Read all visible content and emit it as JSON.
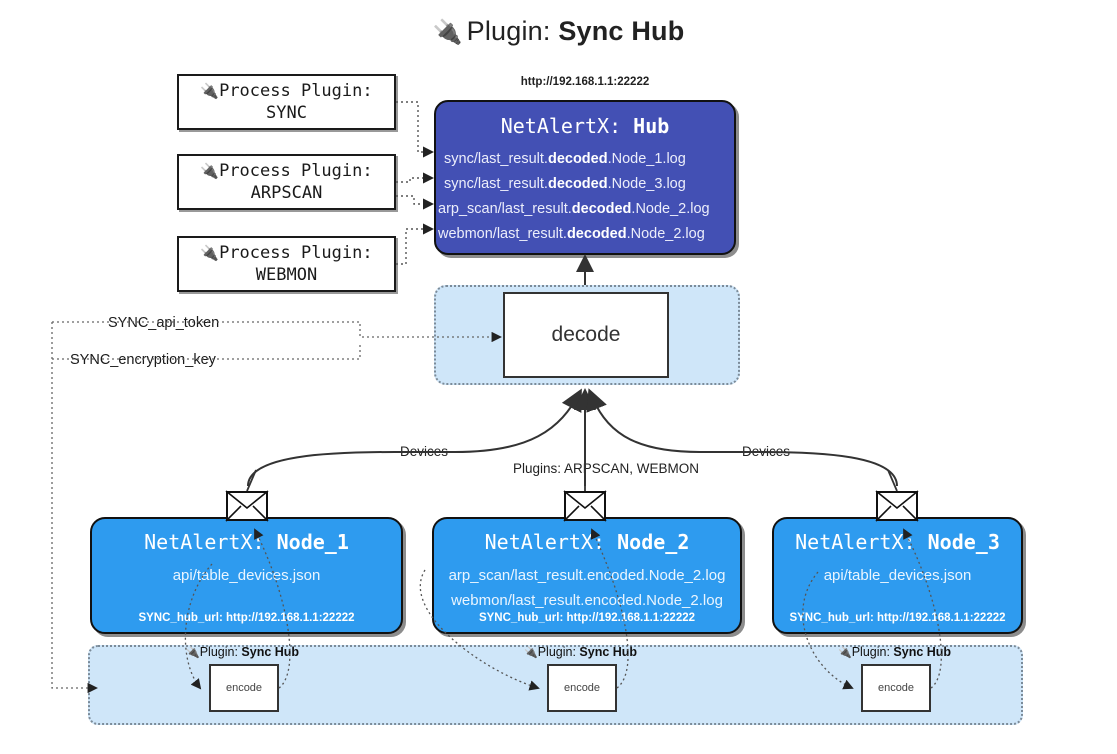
{
  "title": {
    "icon": "plug-icon",
    "prefix": "Plugin:",
    "name": "Sync Hub"
  },
  "process_plugins": [
    {
      "icon": "plug-icon",
      "line1": "Process Plugin:",
      "line2": "SYNC"
    },
    {
      "icon": "plug-icon",
      "line1": "Process Plugin:",
      "line2": "ARPSCAN"
    },
    {
      "icon": "plug-icon",
      "line1": "Process Plugin:",
      "line2": "WEBMON"
    }
  ],
  "hub": {
    "url": "http://192.168.1.1:22222",
    "title_prefix": "NetAlertX:",
    "title_name": "Hub",
    "logs": [
      {
        "pre": "sync/last_result.",
        "mid": "decoded",
        "post": ".Node_1.log"
      },
      {
        "pre": "sync/last_result.",
        "mid": "decoded",
        "post": ".Node_3.log"
      },
      {
        "pre": "arp_scan/last_result.",
        "mid": "decoded",
        "post": ".Node_2.log"
      },
      {
        "pre": "webmon/last_result.",
        "mid": "decoded",
        "post": ".Node_2.log"
      }
    ]
  },
  "decode": {
    "label": "decode"
  },
  "tokens": [
    {
      "label": "SYNC_api_token"
    },
    {
      "label": "SYNC_encryption_key"
    }
  ],
  "edge_labels": {
    "devices_left": "Devices",
    "devices_right": "Devices",
    "plugins_center": "Plugins: ARPSCAN, WEBMON"
  },
  "nodes": [
    {
      "title_prefix": "NetAlertX:",
      "title_name": "Node_1",
      "lines": [
        "api/table_devices.json"
      ],
      "url_key": "SYNC_hub_url:",
      "url_value": "http://192.168.1.1:22222",
      "icon": "envelope-icon"
    },
    {
      "title_prefix": "NetAlertX:",
      "title_name": "Node_2",
      "lines": [
        "arp_scan/last_result.encoded.Node_2.log",
        "webmon/last_result.encoded.Node_2.log"
      ],
      "url_key": "SYNC_hub_url:",
      "url_value": "http://192.168.1.1:22222",
      "icon": "envelope-icon"
    },
    {
      "title_prefix": "NetAlertX:",
      "title_name": "Node_3",
      "lines": [
        "api/table_devices.json"
      ],
      "url_key": "SYNC_hub_url:",
      "url_value": "http://192.168.1.1:22222",
      "icon": "envelope-icon"
    }
  ],
  "encoders": [
    {
      "plugin_prefix": "Plugin:",
      "plugin_name": "Sync Hub",
      "label": "encode",
      "icon": "plug-icon"
    },
    {
      "plugin_prefix": "Plugin:",
      "plugin_name": "Sync Hub",
      "label": "encode",
      "icon": "plug-icon"
    },
    {
      "plugin_prefix": "Plugin:",
      "plugin_name": "Sync Hub",
      "label": "encode",
      "icon": "plug-icon"
    }
  ],
  "colors": {
    "hub": "#4350b4",
    "node": "#2e9bef",
    "container": "#cfe6f9",
    "stroke": "#333333",
    "background": "#ffffff"
  }
}
